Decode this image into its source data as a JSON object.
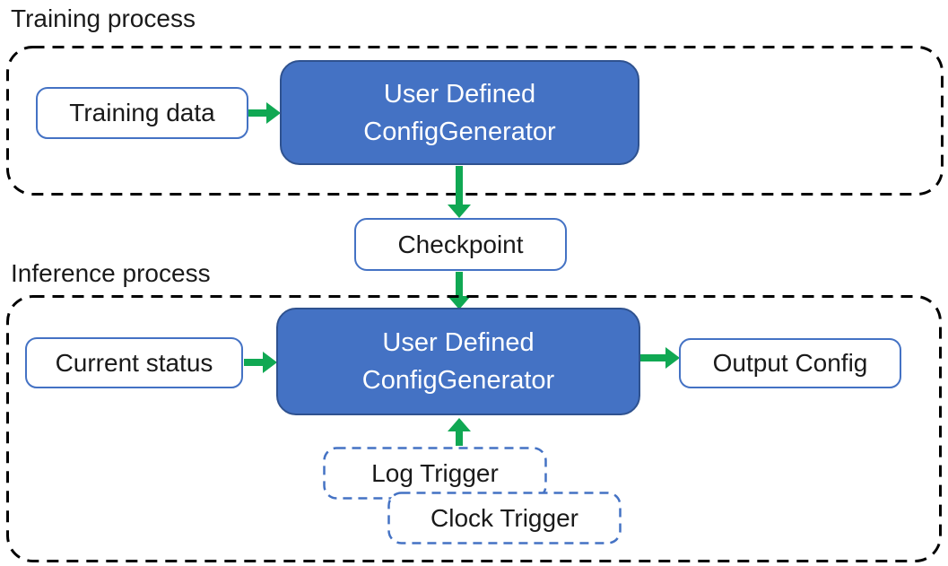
{
  "colors": {
    "accent_blue": "#4472C4",
    "accent_blue_dark": "#2F528F",
    "arrow_green": "#10A853",
    "container_outline": "#000000",
    "text_dark": "#1A1A1A",
    "text_light": "#FFFFFF",
    "node_background": "#FFFFFF"
  },
  "training": {
    "section_label": "Training process",
    "training_data_label": "Training data",
    "generator_label_line1": "User Defined",
    "generator_label_line2": "ConfigGenerator"
  },
  "checkpoint_label": "Checkpoint",
  "inference": {
    "section_label": "Inference process",
    "current_status_label": "Current status",
    "generator_label_line1": "User Defined",
    "generator_label_line2": "ConfigGenerator",
    "output_config_label": "Output Config",
    "log_trigger_label": "Log Trigger",
    "clock_trigger_label": "Clock Trigger"
  }
}
